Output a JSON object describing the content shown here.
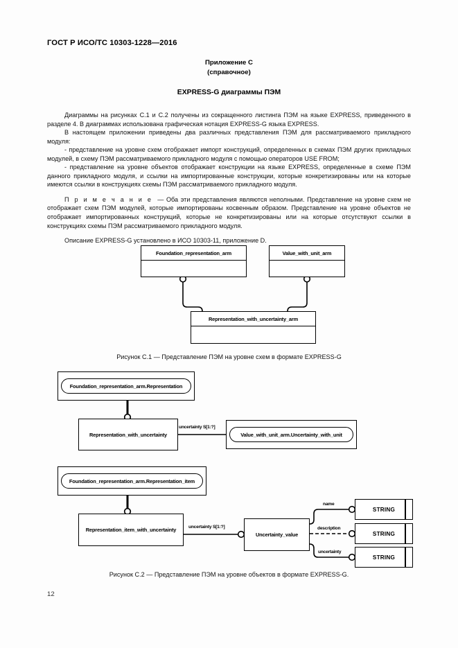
{
  "document": {
    "standard_header": "ГОСТ Р ИСО/ТС 10303-1228—2016",
    "annex_number": "Приложение С",
    "annex_kind": "(справочное)",
    "annex_title": "EXPRESS-G диаграммы ПЭМ",
    "page_number": "12"
  },
  "body": {
    "para1": "Диаграммы на рисунках С.1 и С.2 получены из сокращенного листинга ПЭМ на языке EXPRESS, приведенного в разделе 4. В диаграммах использована графическая нотация EXPRESS-G языка EXPRESS.",
    "para2": "В настоящем приложении приведены два различных представления ПЭМ для рассматриваемого прикладного модуля:",
    "bullet1": "- представление на уровне схем отображает импорт конструкций, определенных в схемах ПЭМ других прикладных модулей, в схему ПЭМ рассматриваемого прикладного модуля с помощью операторов USE FROM;",
    "bullet2": "- представление на уровне объектов отображает конструкции на языке EXPRESS, определенные в схеме ПЭМ данного прикладного модуля, и ссылки на импортированные конструкции, которые конкретизированы или на которые имеются ссылки в конструкциях схемы ПЭМ рассматриваемого прикладного модуля.",
    "note_label": "П р и м е ч а н и е",
    "note_text": "— Оба эти представления являются неполными. Представление на уровне схем не отображает схем ПЭМ модулей, которые импортированы косвенным образом. Представление на уровне объектов не отображает импортированных конструкций, которые не конкретизированы или на которые отсутствуют ссылки в конструкциях схемы ПЭМ рассматриваемого прикладного модуля.",
    "para3": "Описание EXPRESS-G установлено в ИСО 10303-11, приложение D."
  },
  "figure_c1": {
    "caption": "Рисунок С.1 — Представление ПЭМ на уровне схем в формате EXPRESS-G",
    "boxes": [
      {
        "id": "foundation_representation_arm",
        "label": "Foundation_representation_arm"
      },
      {
        "id": "value_with_unit_arm",
        "label": "Value_with_unit_arm"
      },
      {
        "id": "representation_with_uncertainty_arm",
        "label": "Representation_with_uncertainty_arm"
      }
    ]
  },
  "figure_c2": {
    "caption": "Рисунок С.2 — Представление ПЭМ на уровне объектов в формате EXPRESS-G.",
    "upper": {
      "schema_box_label": "Foundation_representation_arm.Representation",
      "entity_label": "Representation_with_uncertainty",
      "relation_label": "uncertainty S[1:?]",
      "target_box_label": "Value_with_unit_arm.Uncertainty_with_unit"
    },
    "lower": {
      "schema_box_label": "Foundation_representation_arm.Representation_item",
      "entity_label": "Representation_item_with_uncertainty",
      "relation_label": "uncertainty S[1:?]",
      "value_entity_label": "Uncertainty_value",
      "attributes": [
        {
          "name": "name",
          "type": "STRING",
          "optional": false
        },
        {
          "name": "description",
          "type": "STRING",
          "optional": true
        },
        {
          "name": "uncertainty",
          "type": "STRING",
          "optional": false
        }
      ]
    }
  }
}
